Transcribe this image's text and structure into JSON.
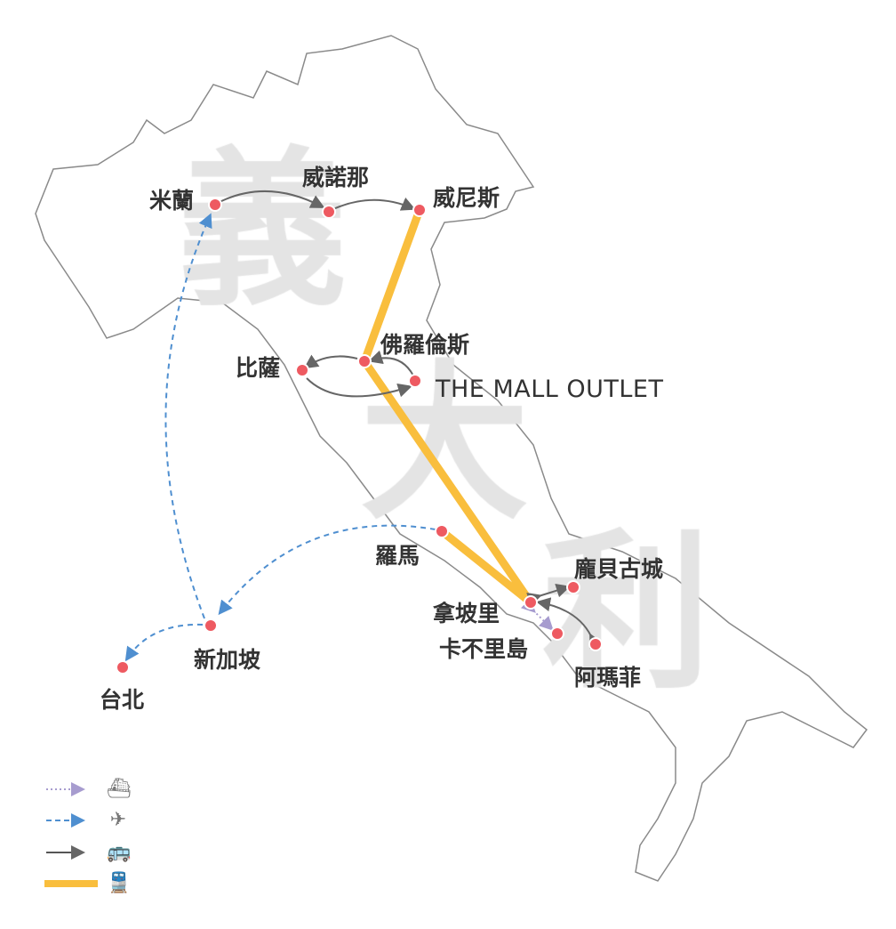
{
  "country_title": [
    "義",
    "大",
    "利"
  ],
  "cities": {
    "milan": "米蘭",
    "verona": "威諾那",
    "venice": "威尼斯",
    "florence": "佛羅倫斯",
    "pisa": "比薩",
    "mall_outlet": "THE MALL OUTLET",
    "rome": "羅馬",
    "naples": "拿坡里",
    "pompeii": "龐貝古城",
    "capri": "卡不里島",
    "amalfi": "阿瑪菲",
    "singapore": "新加坡",
    "taipei": "台北"
  },
  "legend": [
    {
      "mode": "ship",
      "icon": "ship-icon",
      "line": "dotted",
      "color": "#a79ccf"
    },
    {
      "mode": "plane",
      "icon": "plane-icon",
      "line": "dashed",
      "color": "#4f8fd0"
    },
    {
      "mode": "bus",
      "icon": "bus-icon",
      "line": "solid-arrow",
      "color": "#555555"
    },
    {
      "mode": "train",
      "icon": "train-icon",
      "line": "thick",
      "color": "#f9be3d"
    }
  ],
  "colors": {
    "dot": "#ee5a61",
    "train": "#f9be3d",
    "plane": "#4f8fd0",
    "bus": "#666666",
    "ship": "#a79ccf",
    "outline": "#8a8a8a"
  }
}
